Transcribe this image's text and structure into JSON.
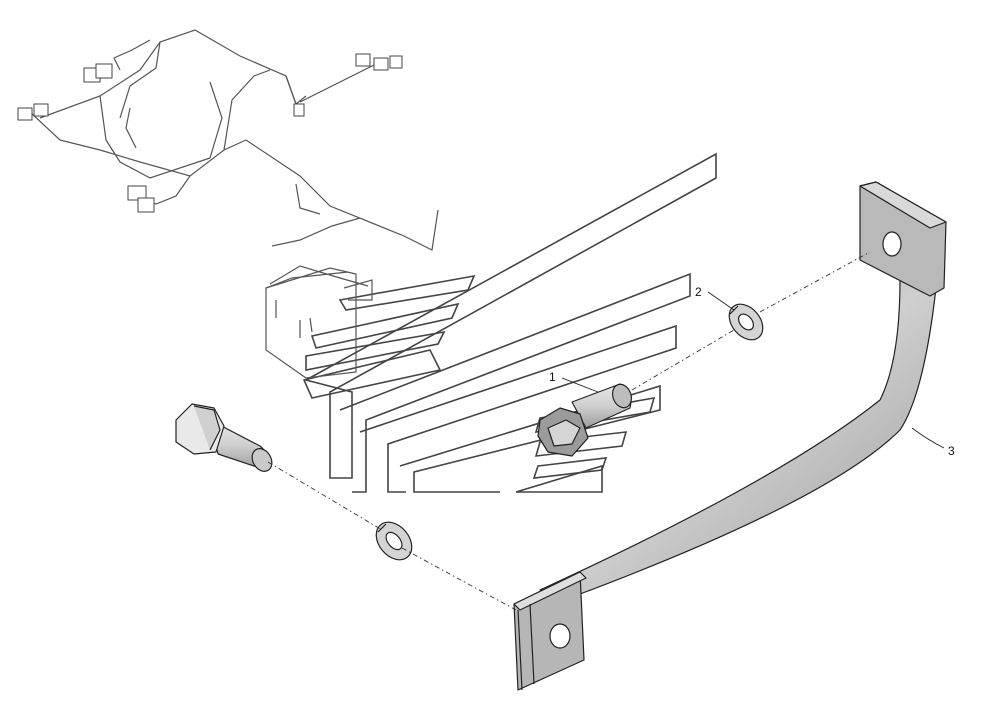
{
  "diagram": {
    "callouts": [
      {
        "id": "callout-1",
        "label": "1"
      },
      {
        "id": "callout-2",
        "label": "2"
      },
      {
        "id": "callout-3",
        "label": "3"
      }
    ],
    "colors": {
      "part_fill": "#c9c9c9",
      "part_dark": "#8a8a8a",
      "outline": "#222222",
      "watermark": "#444444"
    },
    "icons": [
      "wiring-harness-icon",
      "bolt-icon",
      "lock-washer-icon",
      "ground-strap-icon",
      "logo-watermark"
    ]
  }
}
